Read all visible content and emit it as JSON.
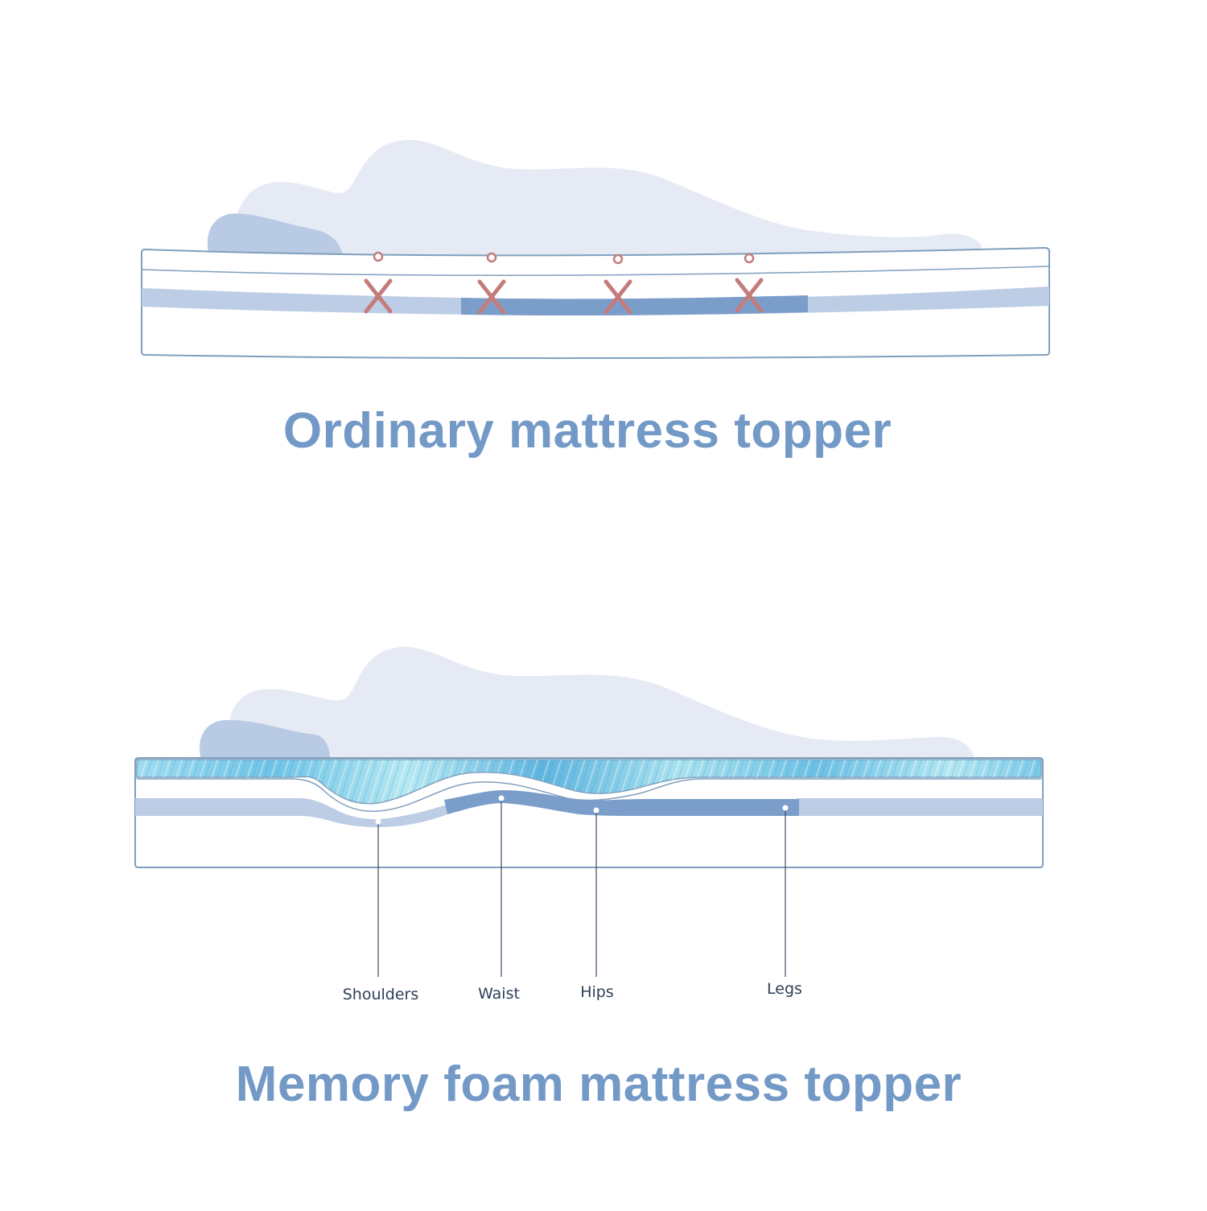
{
  "colors": {
    "silhouette": "#e6eaf5",
    "pillow": "#b9cae4",
    "outline": "#7f9fbd",
    "band_light": "#bccde5",
    "band_dark": "#7a9ec9",
    "pressure_mark": "#c47b7b",
    "caption": "#7399c6",
    "gel_top": "#8fd6ec",
    "gel_mid": "#5fb8e0",
    "leader_line": "#3c4c66"
  },
  "icons": {
    "pressure": "x-mark-icon",
    "pressure_point": "circle-marker-icon"
  },
  "ordinary": {
    "title": "Ordinary mattress topper",
    "pressure_points": 4
  },
  "memory": {
    "title": "Memory foam mattress topper",
    "labels": [
      {
        "key": "shoulders",
        "text": "Shoulders"
      },
      {
        "key": "waist",
        "text": "Waist"
      },
      {
        "key": "hips",
        "text": "Hips"
      },
      {
        "key": "legs",
        "text": "Legs"
      }
    ]
  }
}
